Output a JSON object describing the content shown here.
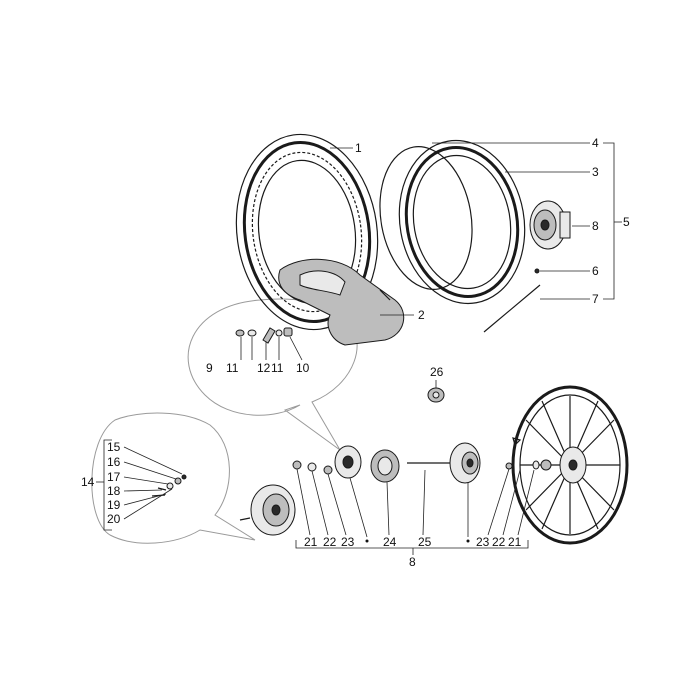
{
  "labels": {
    "1": "1",
    "2": "2",
    "3": "3",
    "4": "4",
    "5": "5",
    "6": "6",
    "7": "7",
    "8_upper": "8",
    "8_bottom": "8",
    "9": "9",
    "11_a": "11",
    "12": "12",
    "11_b": "11",
    "10": "10",
    "26": "26",
    "14": "14",
    "15": "15",
    "16": "16",
    "17": "17",
    "18": "18",
    "19": "19",
    "20": "20",
    "21_l": "21",
    "22_l": "22",
    "23_l": "23",
    "24": "24",
    "25": "25",
    "23_r": "23",
    "22_r": "22",
    "21_r": "21"
  }
}
